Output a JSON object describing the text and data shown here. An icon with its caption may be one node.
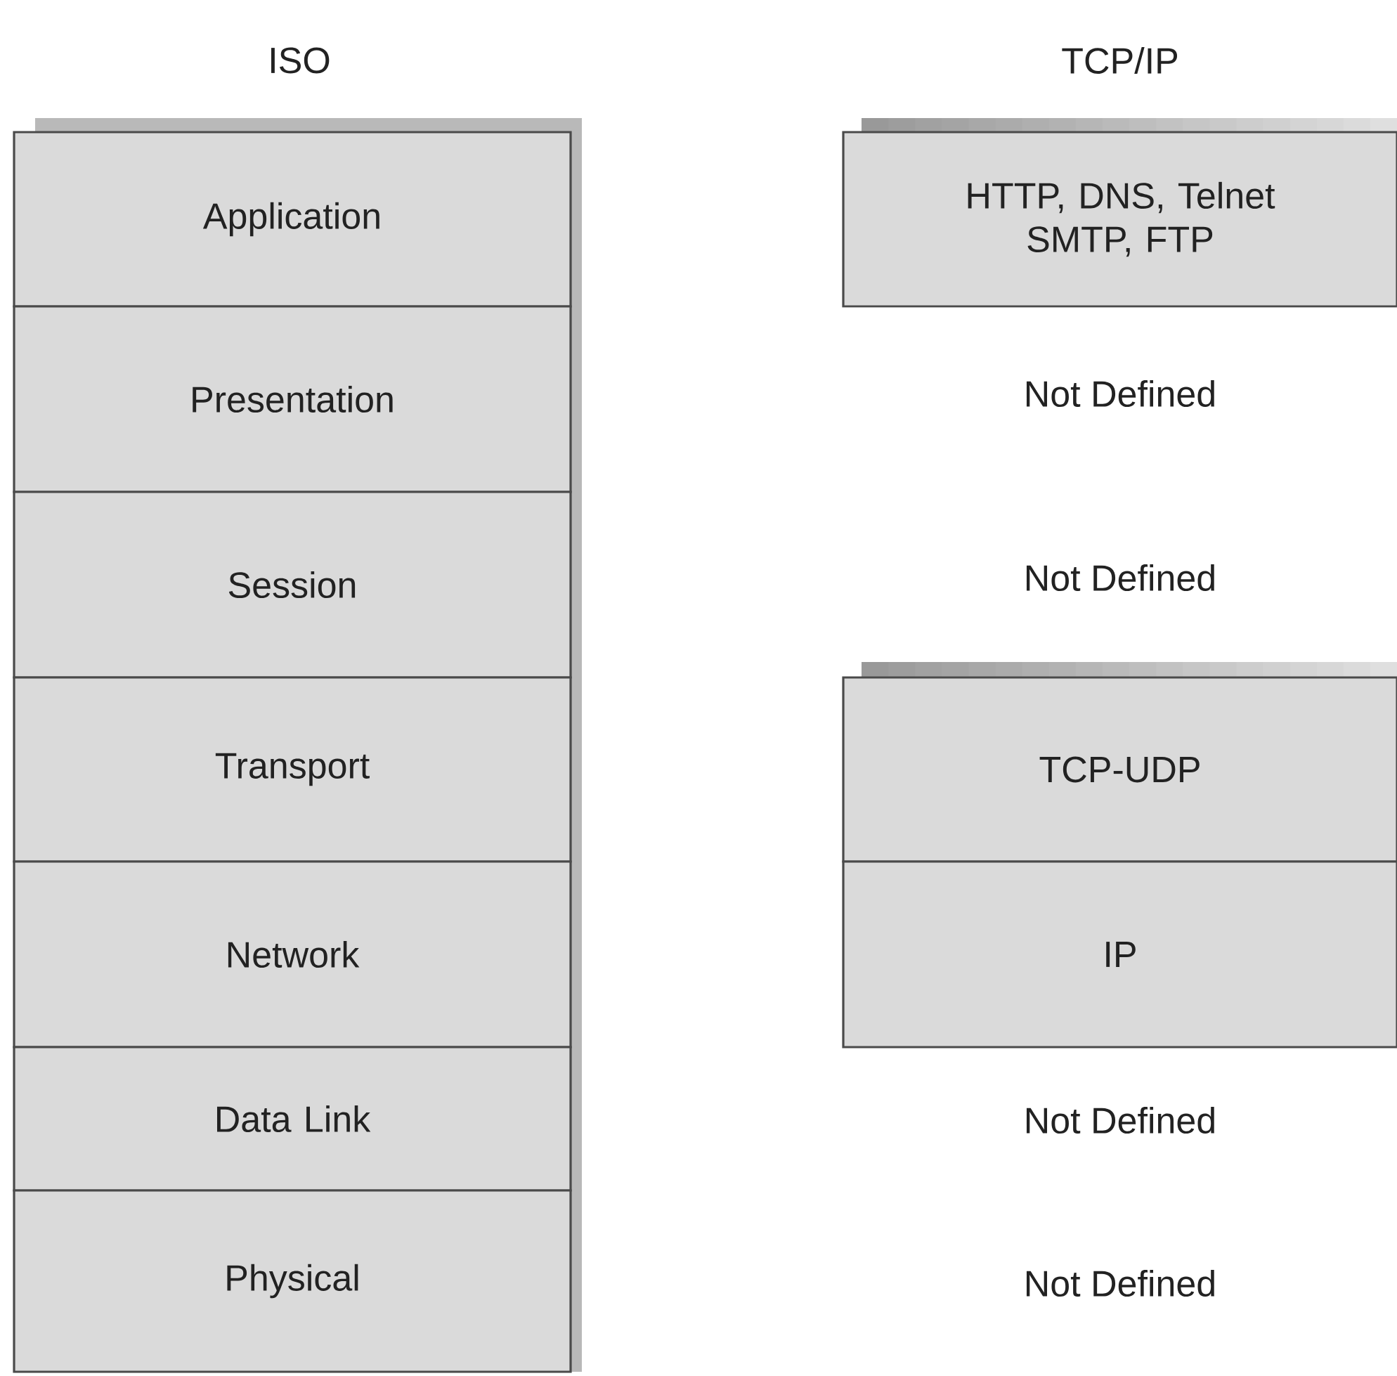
{
  "diagram": {
    "nodes": [
      {
        "text": [
          "Application"
        ]
      },
      {
        "text": [
          "Presentation"
        ]
      },
      {
        "text": [
          "Session"
        ]
      },
      {
        "text": [
          "Transport"
        ]
      },
      {
        "text": [
          "Network"
        ]
      },
      {
        "text": [
          "Data Link"
        ]
      },
      {
        "text": [
          "Physical"
        ]
      },
      {
        "text": [
          "HTTP, DNS, Telnet SMTP, FTP"
        ]
      },
      {
        "text": [
          "TCP-UDP"
        ]
      },
      {
        "text": [
          "IP"
        ]
      }
    ],
    "labels": [
      "ISO",
      "TCP/IP",
      "Not Defined",
      "Not Defined",
      "Not Defined",
      "Not Defined"
    ]
  }
}
